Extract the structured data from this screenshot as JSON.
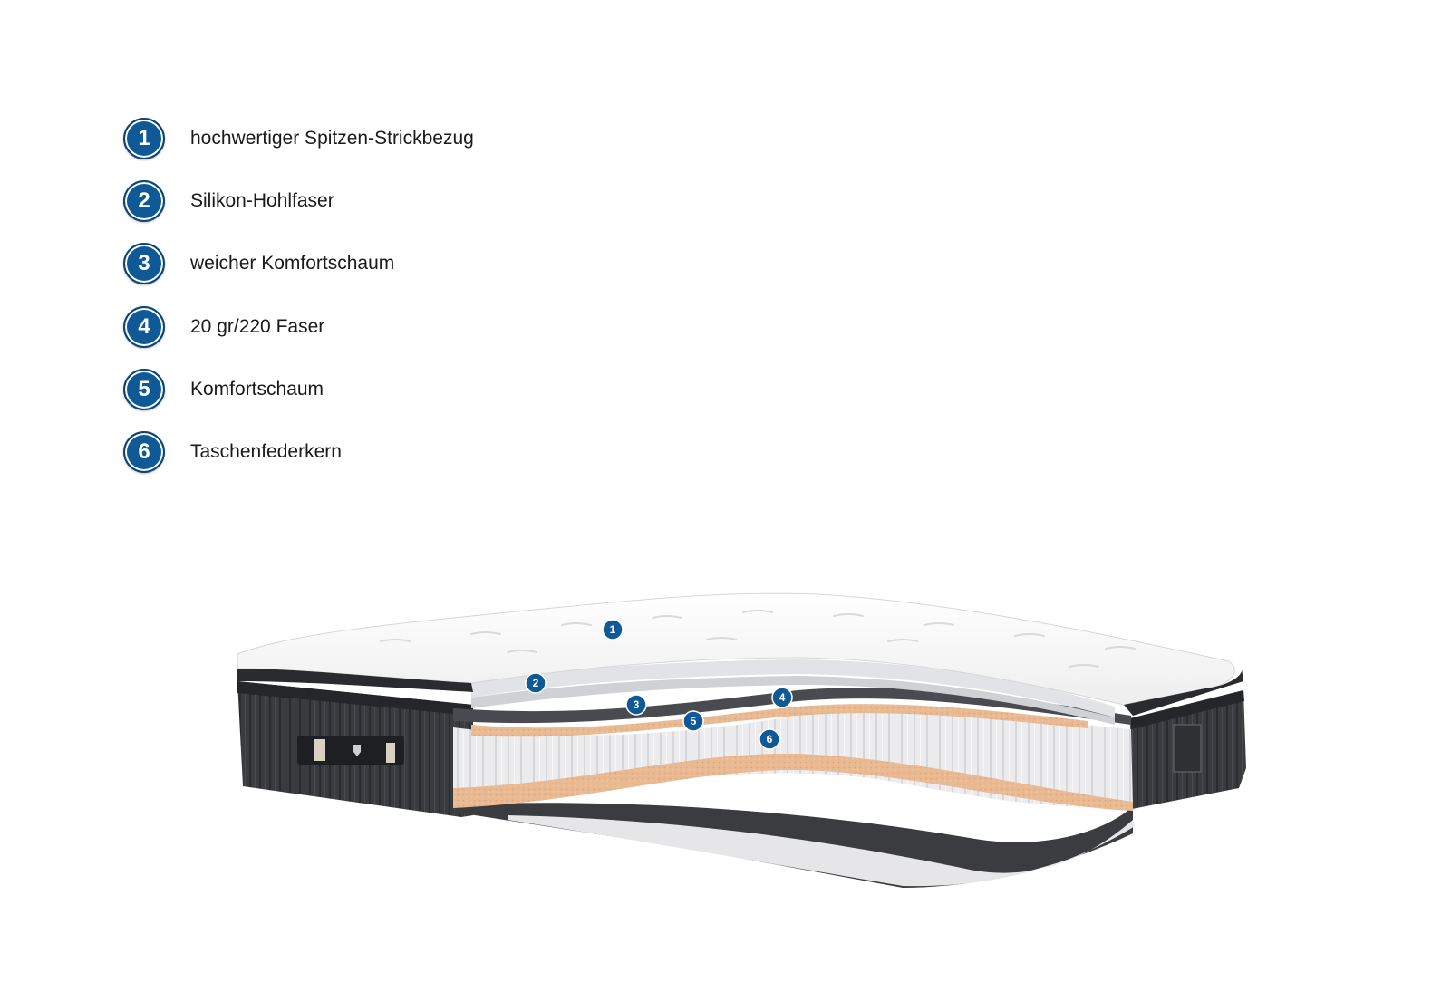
{
  "legend": [
    {
      "number": "1",
      "label": "hochwertiger Spitzen-Strickbezug"
    },
    {
      "number": "2",
      "label": "Silikon-Hohlfaser"
    },
    {
      "number": "3",
      "label": "weicher Komfortschaum"
    },
    {
      "number": "4",
      "label": "20 gr/220 Faser"
    },
    {
      "number": "5",
      "label": "Komfortschaum"
    },
    {
      "number": "6",
      "label": "Taschenfederkern"
    }
  ],
  "colors": {
    "badge": "#0f5a96",
    "fabric_dark": "#3a3b3f",
    "foam_peach": "#e9b992",
    "springs": "#e9eaec",
    "top_white": "#fbfbfb"
  }
}
